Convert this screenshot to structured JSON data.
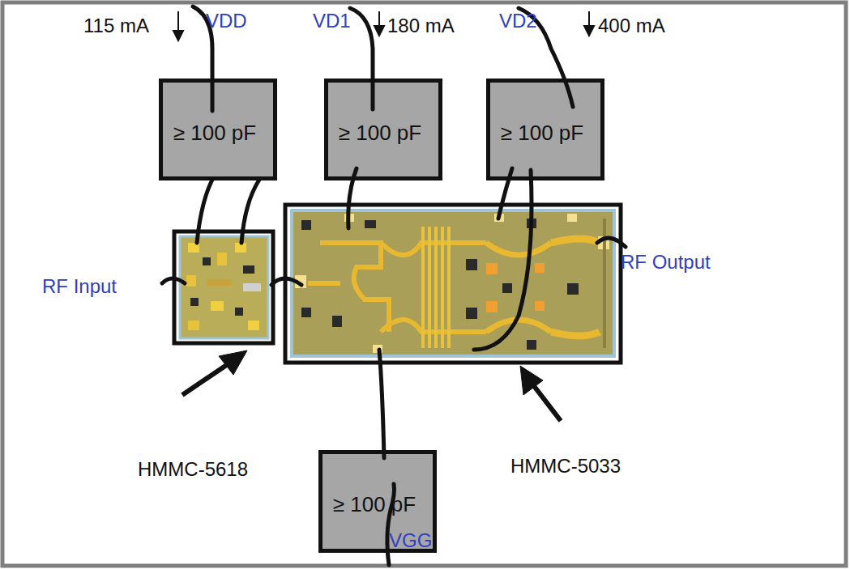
{
  "diagram": {
    "nodes": [
      {
        "text": [
          "≥ 100 pF"
        ]
      },
      {
        "text": [
          "≥ 100 pF"
        ]
      },
      {
        "text": [
          "≥ 100 pF"
        ]
      },
      {
        "text": [
          "≥ 100 pF"
        ]
      }
    ],
    "labels": [
      "115 mA",
      "VDD",
      "VD1",
      "180 mA",
      "VD2",
      "400 mA",
      "RF Input",
      "RF Output",
      "HMMC-5618",
      "HMMC-5033",
      "VGG"
    ]
  }
}
